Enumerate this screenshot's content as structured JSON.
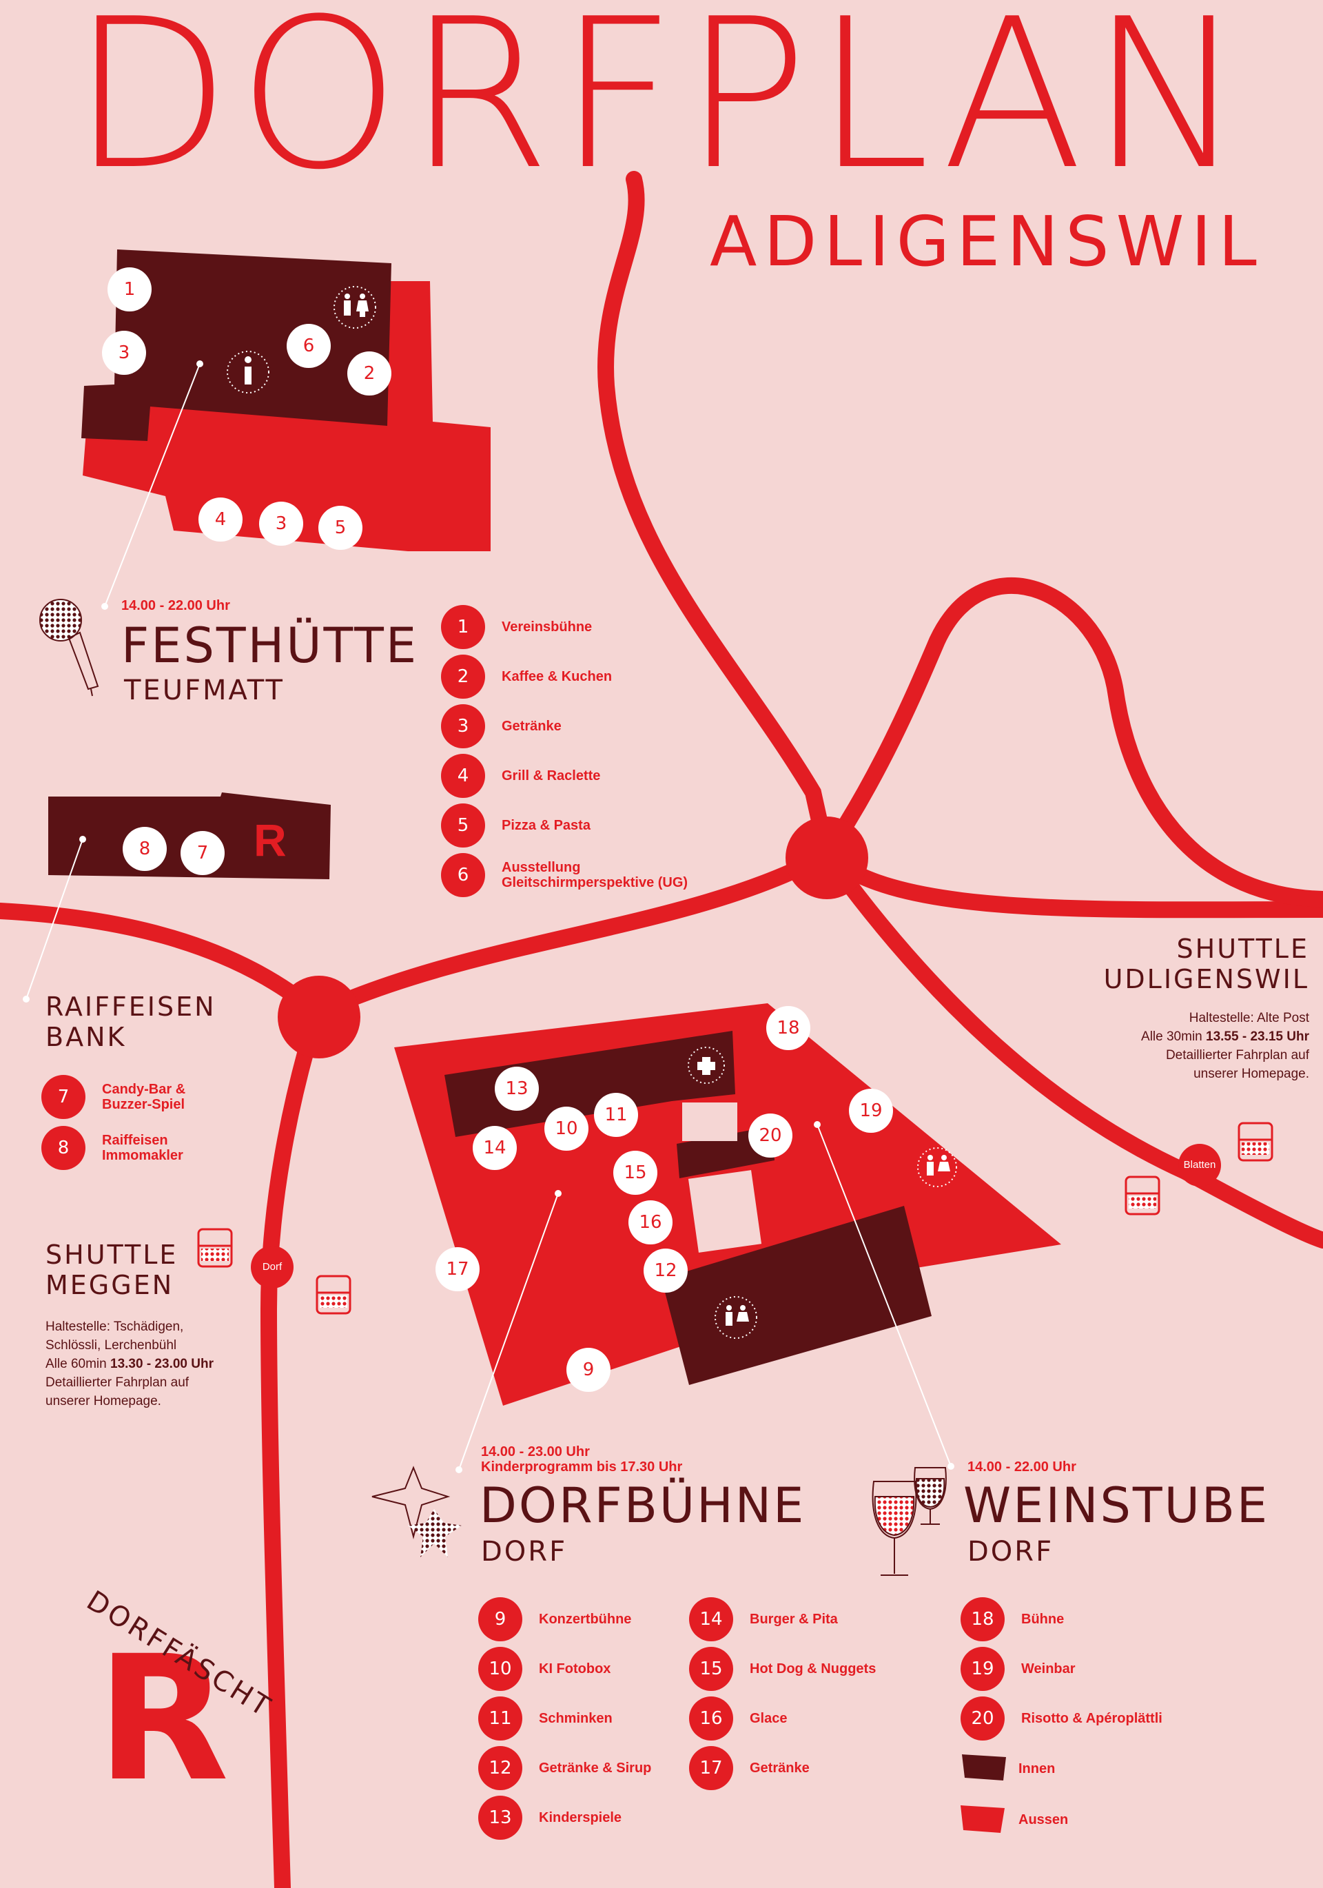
{
  "title": {
    "main": "DORFPLAN",
    "sub": "ADLIGENSWIL"
  },
  "colors": {
    "red": "#e31d23",
    "dark": "#5a1215",
    "background": "#f5d6d4"
  },
  "festhuette": {
    "time": "14.00 - 22.00 Uhr",
    "name": "FESTHÜTTE",
    "place": "TEUFMATT",
    "icon": "microphone-icon",
    "map_pins": [
      "1",
      "3",
      "6",
      "2",
      "4",
      "3",
      "5"
    ],
    "legend": [
      {
        "num": "1",
        "label": "Vereinsbühne"
      },
      {
        "num": "2",
        "label": "Kaffee & Kuchen"
      },
      {
        "num": "3",
        "label": "Getränke"
      },
      {
        "num": "4",
        "label": "Grill & Raclette"
      },
      {
        "num": "5",
        "label": "Pizza & Pasta"
      },
      {
        "num": "6",
        "label": "Ausstellung\nGleitschirmperspektive (UG)"
      }
    ]
  },
  "bank": {
    "name_line1": "RAIFFEISEN",
    "name_line2": "BANK",
    "map_pins": [
      "8",
      "7"
    ],
    "logo_letter": "R",
    "legend": [
      {
        "num": "7",
        "label": "Candy-Bar &\nBuzzer-Spiel"
      },
      {
        "num": "8",
        "label": "Raiffeisen\nImmomakler"
      }
    ]
  },
  "shuttle_meggen": {
    "title_line1": "SHUTTLE",
    "title_line2": "MEGGEN",
    "stop_label": "Haltestelle: Tschädigen,",
    "stop_label2": "Schlössli, Lerchenbühl",
    "freq_prefix": "Alle 60min ",
    "freq_times": "13.30 - 23.00 Uhr",
    "note_line1": "Detaillierter Fahrplan auf",
    "note_line2": "unserer Homepage."
  },
  "shuttle_udligenswil": {
    "title_line1": "SHUTTLE",
    "title_line2": "UDLIGENSWIL",
    "stop_label": "Haltestelle: Alte Post",
    "freq_prefix": "Alle 30min ",
    "freq_times": "13.55 - 23.15 Uhr",
    "note_line1": "Detaillierter Fahrplan auf",
    "note_line2": "unserer Homepage."
  },
  "bus_stops": {
    "dorf": "Dorf",
    "blatten": "Blatten"
  },
  "dorfbuehne": {
    "time": "14.00 - 23.00 Uhr",
    "time2": "Kinderprogramm bis 17.30 Uhr",
    "name": "DORFBÜHNE",
    "place": "DORF",
    "icon": "star-icon",
    "map_pins": [
      "13",
      "11",
      "10",
      "14",
      "15",
      "16",
      "12",
      "17",
      "9"
    ],
    "legend_a": [
      {
        "num": "9",
        "label": "Konzertbühne"
      },
      {
        "num": "10",
        "label": "KI Fotobox"
      },
      {
        "num": "11",
        "label": "Schminken"
      },
      {
        "num": "12",
        "label": "Getränke & Sirup"
      },
      {
        "num": "13",
        "label": "Kinderspiele"
      }
    ],
    "legend_b": [
      {
        "num": "14",
        "label": "Burger & Pita"
      },
      {
        "num": "15",
        "label": "Hot Dog & Nuggets"
      },
      {
        "num": "16",
        "label": "Glace"
      },
      {
        "num": "17",
        "label": "Getränke"
      }
    ]
  },
  "weinstube": {
    "time": "14.00 - 22.00 Uhr",
    "name": "WEINSTUBE",
    "place": "DORF",
    "icon": "wine-glasses-icon",
    "map_pins": [
      "18",
      "19",
      "20"
    ],
    "legend": [
      {
        "num": "18",
        "label": "Bühne"
      },
      {
        "num": "19",
        "label": "Weinbar"
      },
      {
        "num": "20",
        "label": "Risotto & Apéroplättli"
      }
    ],
    "key": [
      {
        "label": "Innen",
        "color": "#5a1215"
      },
      {
        "label": "Aussen",
        "color": "#e31d23"
      }
    ]
  },
  "logo": {
    "letter": "R",
    "text": "DORFFÄSCHT"
  }
}
